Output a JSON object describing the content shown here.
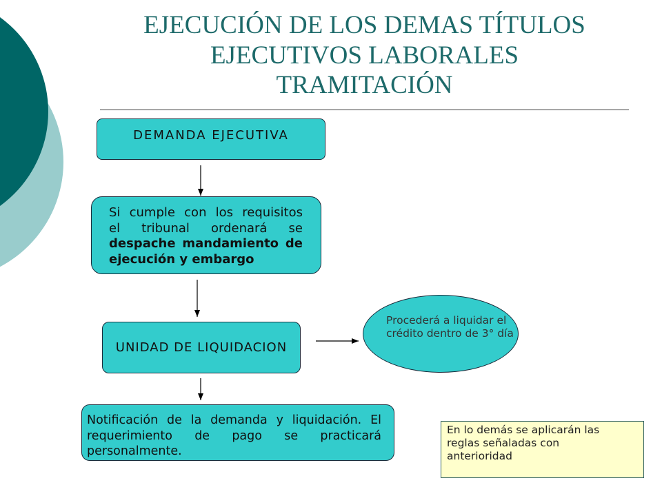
{
  "slide": {
    "title_lines": [
      "EJECUCIÓN DE LOS DEMAS TÍTULOS",
      "EJECUTIVOS LABORALES",
      "TRAMITACIÓN"
    ]
  },
  "flowchart": {
    "step1": {
      "text": "DEMANDA EJECUTIVA"
    },
    "step2": {
      "lines": [
        "Si cumple con los requisitos",
        "el tribunal ordenará se",
        "despache mandamiento de",
        "ejecución y embargo"
      ]
    },
    "step3": {
      "text": "UNIDAD DE LIQUIDACION"
    },
    "side_step": {
      "lines": [
        "Procederá a liquidar el",
        "crédito dentro de 3° día"
      ]
    },
    "step4": {
      "lines": [
        "Notificación de la demanda y liquidación. El",
        "requerimiento de pago se practicará",
        "personalmente."
      ]
    }
  },
  "note": {
    "lines": [
      "En lo demás se aplicarán las",
      "reglas señaladas con",
      "anterioridad"
    ]
  },
  "colors": {
    "title": "#1d6a6a",
    "box_fill": "#33cccc",
    "note_fill": "#ffffcc",
    "circle_dark": "#006666",
    "circle_light": "#99cccc"
  }
}
